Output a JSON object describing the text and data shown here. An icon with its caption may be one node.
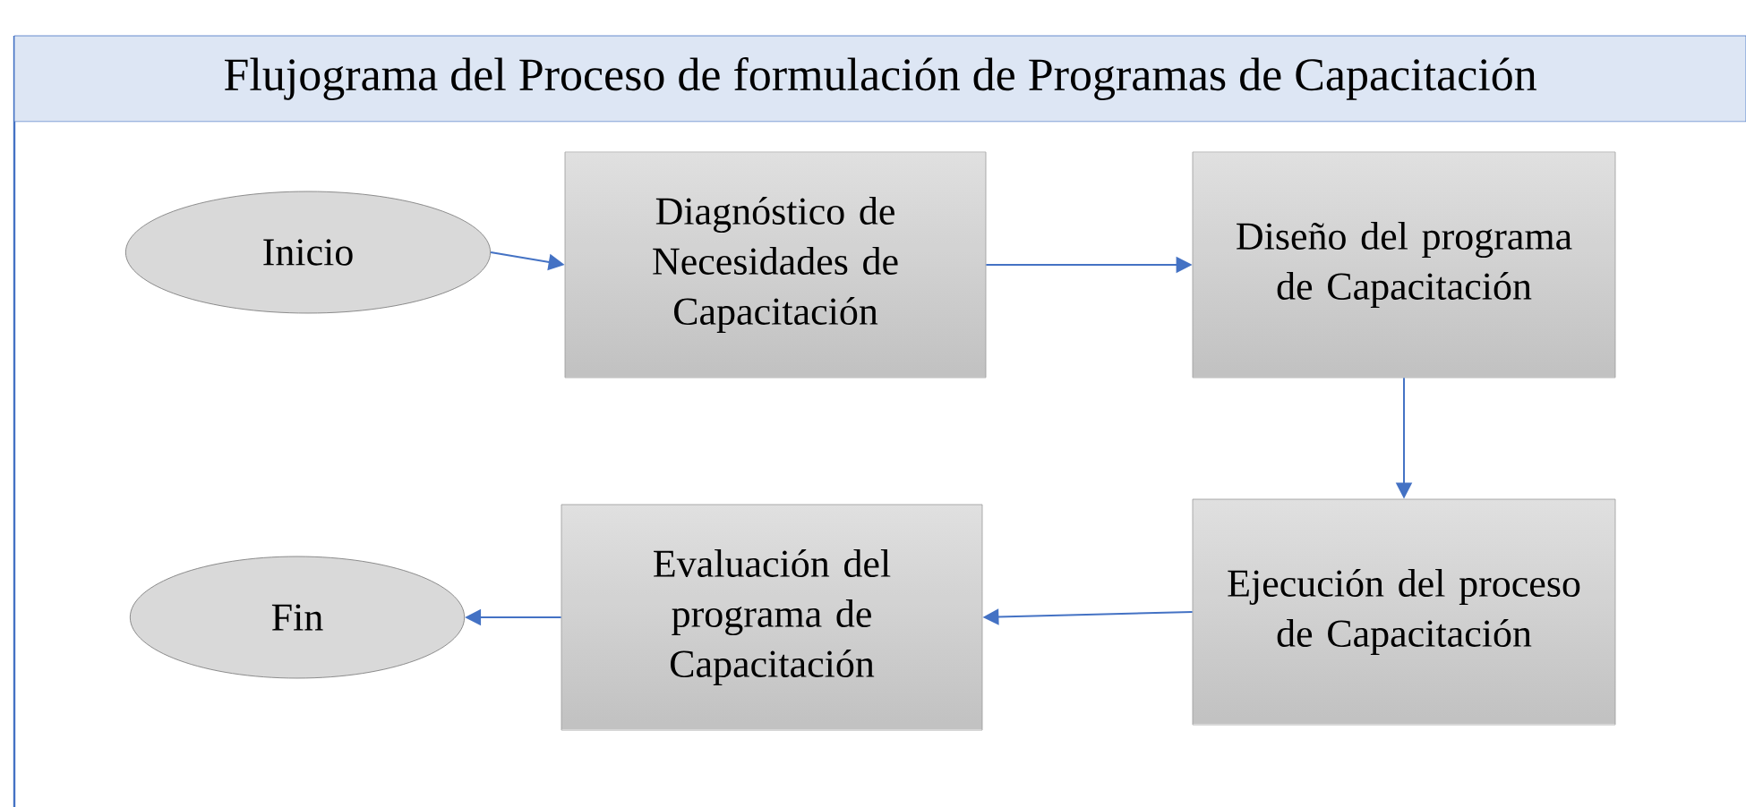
{
  "diagram": {
    "title": "Flujograma del Proceso de formulación de Programas de Capacitación",
    "nodes": [
      {
        "text": [
          "Inicio"
        ]
      },
      {
        "text": [
          "Diagnóstico de Necesidades de Capacitación"
        ]
      },
      {
        "text": [
          "Diseño del programa de Capacitación"
        ]
      },
      {
        "text": [
          "Ejecución del proceso de Capacitación"
        ]
      },
      {
        "text": [
          "Evaluación del programa de Capacitación"
        ]
      },
      {
        "text": [
          "Fin"
        ]
      }
    ],
    "edges": [
      {
        "from": 0,
        "to": 1,
        "arrow": "to"
      },
      {
        "from": 1,
        "to": 2,
        "arrow": "to"
      },
      {
        "from": 2,
        "to": 3,
        "arrow": "to"
      },
      {
        "from": 3,
        "to": 4,
        "arrow": "to"
      },
      {
        "from": 4,
        "to": 5,
        "arrow": "to"
      }
    ]
  }
}
